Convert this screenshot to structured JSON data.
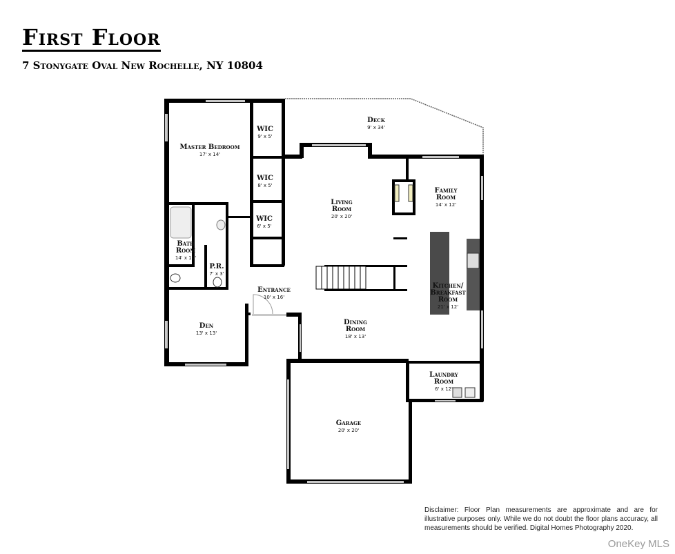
{
  "header": {
    "title": "First Floor",
    "address": "7 Stonygate Oval New Rochelle, NY 10804"
  },
  "rooms": [
    {
      "name": "Master Bedroom",
      "dims": "17' x 14'"
    },
    {
      "name": "WIC",
      "dims": "9' x 5'"
    },
    {
      "name": "WIC",
      "dims": "8' x 5'"
    },
    {
      "name": "WIC",
      "dims": "6' x 5'"
    },
    {
      "name": "Deck",
      "dims": "9' x 34'"
    },
    {
      "name": "Living Room",
      "dims": "20' x 20'"
    },
    {
      "name": "Family Room",
      "dims": "14' x 12'"
    },
    {
      "name": "Bath Room",
      "dims": "14' x 10'"
    },
    {
      "name": "P.R.",
      "dims": "7' x 3'"
    },
    {
      "name": "Entrance",
      "dims": "10' x 16'"
    },
    {
      "name": "Kitchen/ Breakfast Room",
      "dims": "21' x 12'"
    },
    {
      "name": "Den",
      "dims": "13' x 13'"
    },
    {
      "name": "Dining Room",
      "dims": "18' x 13'"
    },
    {
      "name": "Laundry Room",
      "dims": "6' x 12'"
    },
    {
      "name": "Garage",
      "dims": "20' x 20'"
    }
  ],
  "disclaimer": "Disclaimer: Floor Plan measurements are approximate and are for illustrative purposes only. While we do not doubt the floor plans accuracy, all measurements should be verified. Digital Homes Photography 2020.",
  "watermark": "OneKey MLS",
  "colors": {
    "wall": "#000000",
    "island": "#4a4a4a",
    "window": "#c8c8c8"
  }
}
